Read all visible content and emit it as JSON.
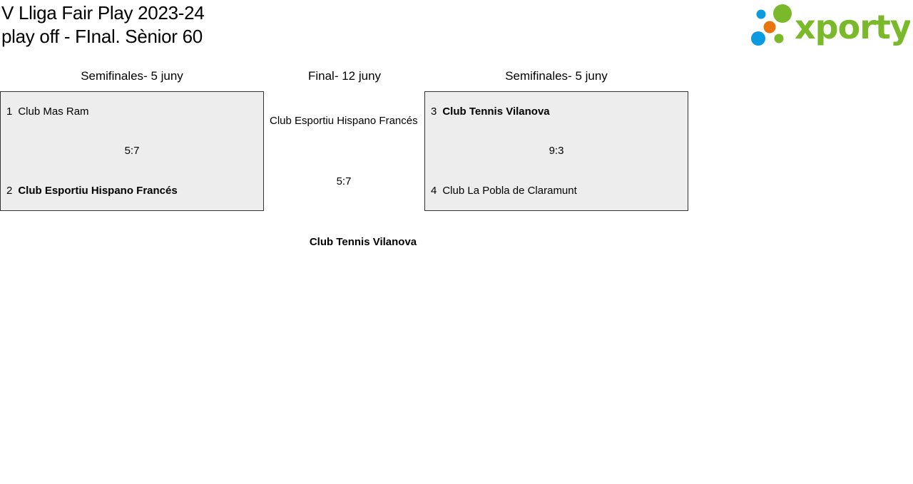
{
  "header": {
    "title_line1": "V Lliga Fair Play 2023-24",
    "title_line2": "play off - FInal. Sènior 60",
    "logo_text": "xporty",
    "logo_colors": {
      "green": "#7ab929",
      "blue": "#0a9be0",
      "orange": "#e8750c"
    }
  },
  "columns": {
    "left_heading": "Semifinales- 5 juny",
    "final_heading": "Final- 12 juny",
    "right_heading": "Semifinales- 5 juny"
  },
  "semifinal_left": {
    "team1": {
      "seed": "1",
      "name": "Club Mas Ram"
    },
    "score": "5:7",
    "team2": {
      "seed": "2",
      "name": "Club Esportiu Hispano Francés"
    }
  },
  "semifinal_right": {
    "team1": {
      "seed": "3",
      "name": "Club Tennis Vilanova"
    },
    "score": "9:3",
    "team2": {
      "seed": "4",
      "name": "Club La Pobla de Claramunt"
    }
  },
  "final": {
    "team1": "Club Esportiu Hispano Francés",
    "score": "5:7",
    "winner": "Club Tennis Vilanova"
  }
}
